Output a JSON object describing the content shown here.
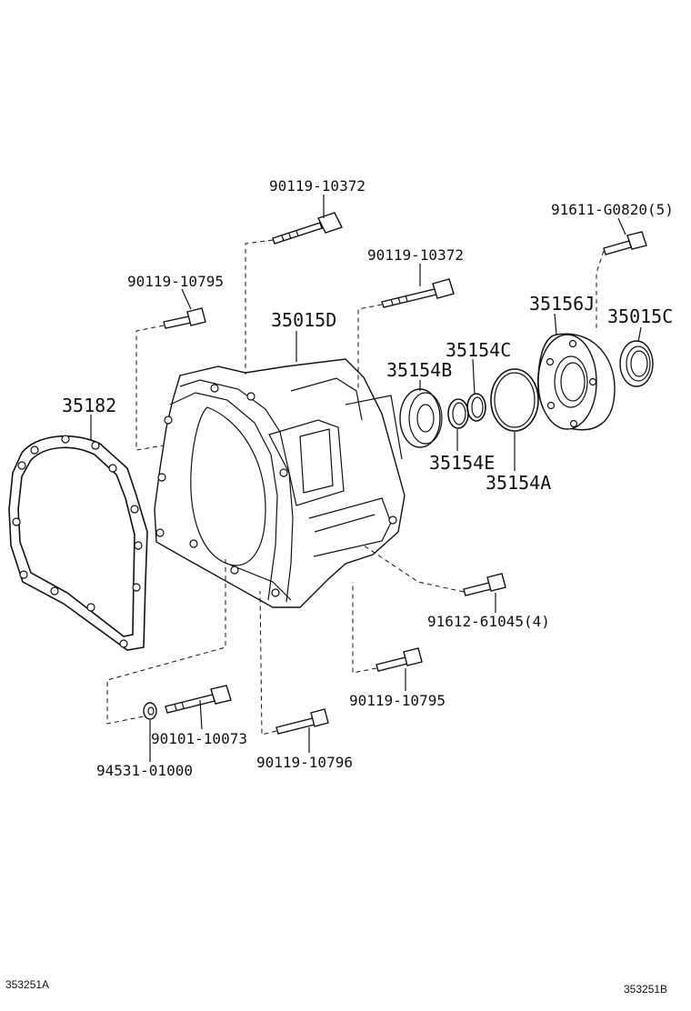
{
  "labels": {
    "p_90119_10372_top": "90119-10372",
    "p_91611_g0820": "91611-G0820(5)",
    "p_90119_10372_mid": "90119-10372",
    "p_90119_10795_top": "90119-10795",
    "p_35015D": "35015D",
    "p_35156J": "35156J",
    "p_35015C": "35015C",
    "p_35154C": "35154C",
    "p_35154B": "35154B",
    "p_35182": "35182",
    "p_35154E": "35154E",
    "p_35154A": "35154A",
    "p_91612_61045": "91612-61045(4)",
    "p_90119_10795_bot": "90119-10795",
    "p_90101_10073": "90101-10073",
    "p_94531_01000": "94531-01000",
    "p_90119_10796": "90119-10796"
  },
  "refs": {
    "left": "353251A",
    "right": "353251B"
  }
}
